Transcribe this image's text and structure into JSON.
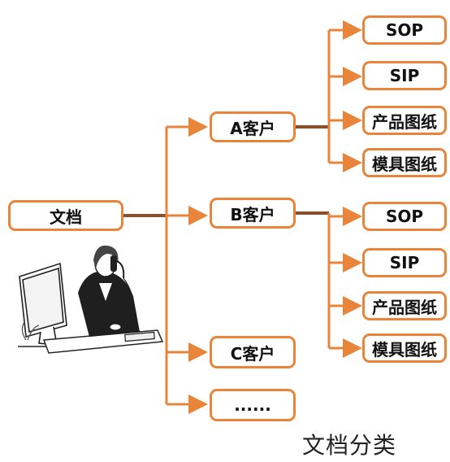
{
  "root": {
    "label": "文档"
  },
  "customers": [
    {
      "label": "A客户",
      "children": [
        "SOP",
        "SIP",
        "产品图纸",
        "模具图纸"
      ]
    },
    {
      "label": "B客户",
      "children": [
        "SOP",
        "SIP",
        "产品图纸",
        "模具图纸"
      ]
    },
    {
      "label": "C客户",
      "children": []
    },
    {
      "label": "......",
      "children": []
    }
  ],
  "caption": "文档分类",
  "colors": {
    "accent": "#e8853a",
    "shadow": "#7a4a2a"
  },
  "illustration": "woman-on-phone-at-desk"
}
